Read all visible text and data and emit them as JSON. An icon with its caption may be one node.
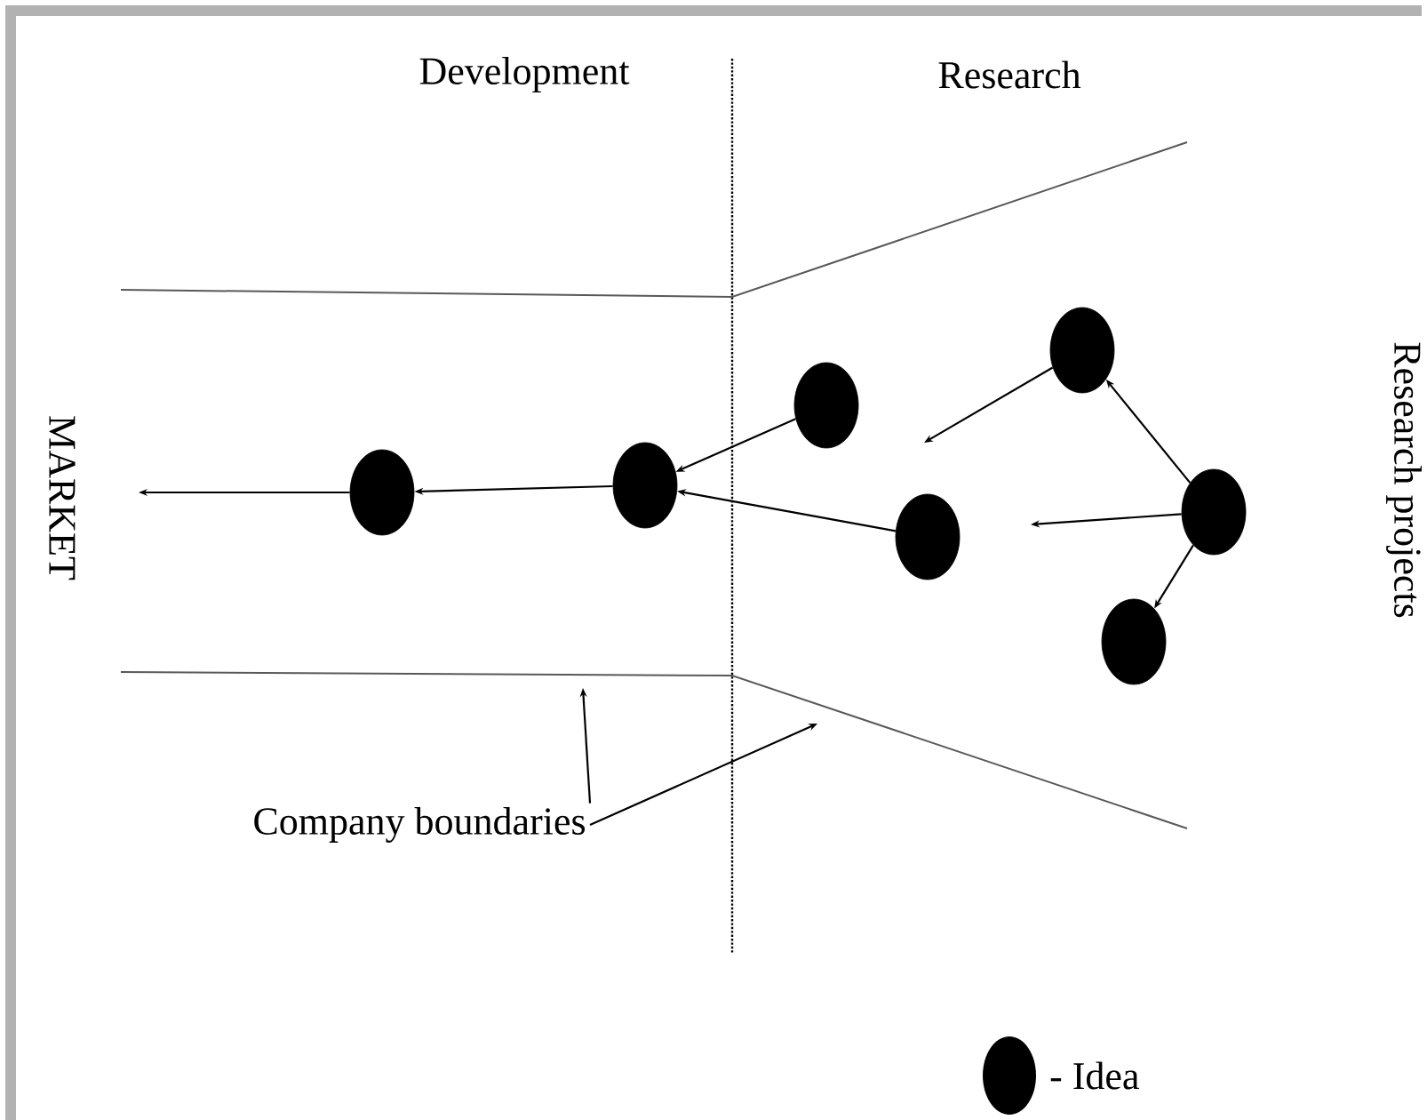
{
  "diagram": {
    "nodes": [
      {
        "text": [],
        "shape": "ellipse"
      },
      {
        "text": [],
        "shape": "ellipse"
      },
      {
        "text": [],
        "shape": "ellipse"
      },
      {
        "text": [],
        "shape": "ellipse"
      },
      {
        "text": [],
        "shape": "ellipse"
      },
      {
        "text": [],
        "shape": "ellipse"
      },
      {
        "text": [],
        "shape": "ellipse"
      },
      {
        "text": [
          "Company boundaries"
        ]
      }
    ],
    "edges": [
      {
        "from": 0,
        "to": null,
        "arrow": "to"
      },
      {
        "from": 1,
        "to": 0,
        "arrow": "to"
      },
      {
        "from": 2,
        "to": 1,
        "arrow": "to"
      },
      {
        "from": 3,
        "to": 1,
        "arrow": "to"
      },
      {
        "from": 4,
        "to": null,
        "arrow": "to"
      },
      {
        "from": 5,
        "to": null,
        "arrow": "to"
      },
      {
        "from": 5,
        "to": 4,
        "arrow": "to"
      },
      {
        "from": 5,
        "to": 6,
        "arrow": "to"
      },
      {
        "from": 7,
        "to": null,
        "arrow": "to"
      },
      {
        "from": 7,
        "to": null,
        "arrow": "to"
      }
    ],
    "labels": [
      "Development",
      "Research",
      "MARKET",
      "Research projects"
    ],
    "legend": [
      {
        "text": "- Idea"
      }
    ]
  }
}
